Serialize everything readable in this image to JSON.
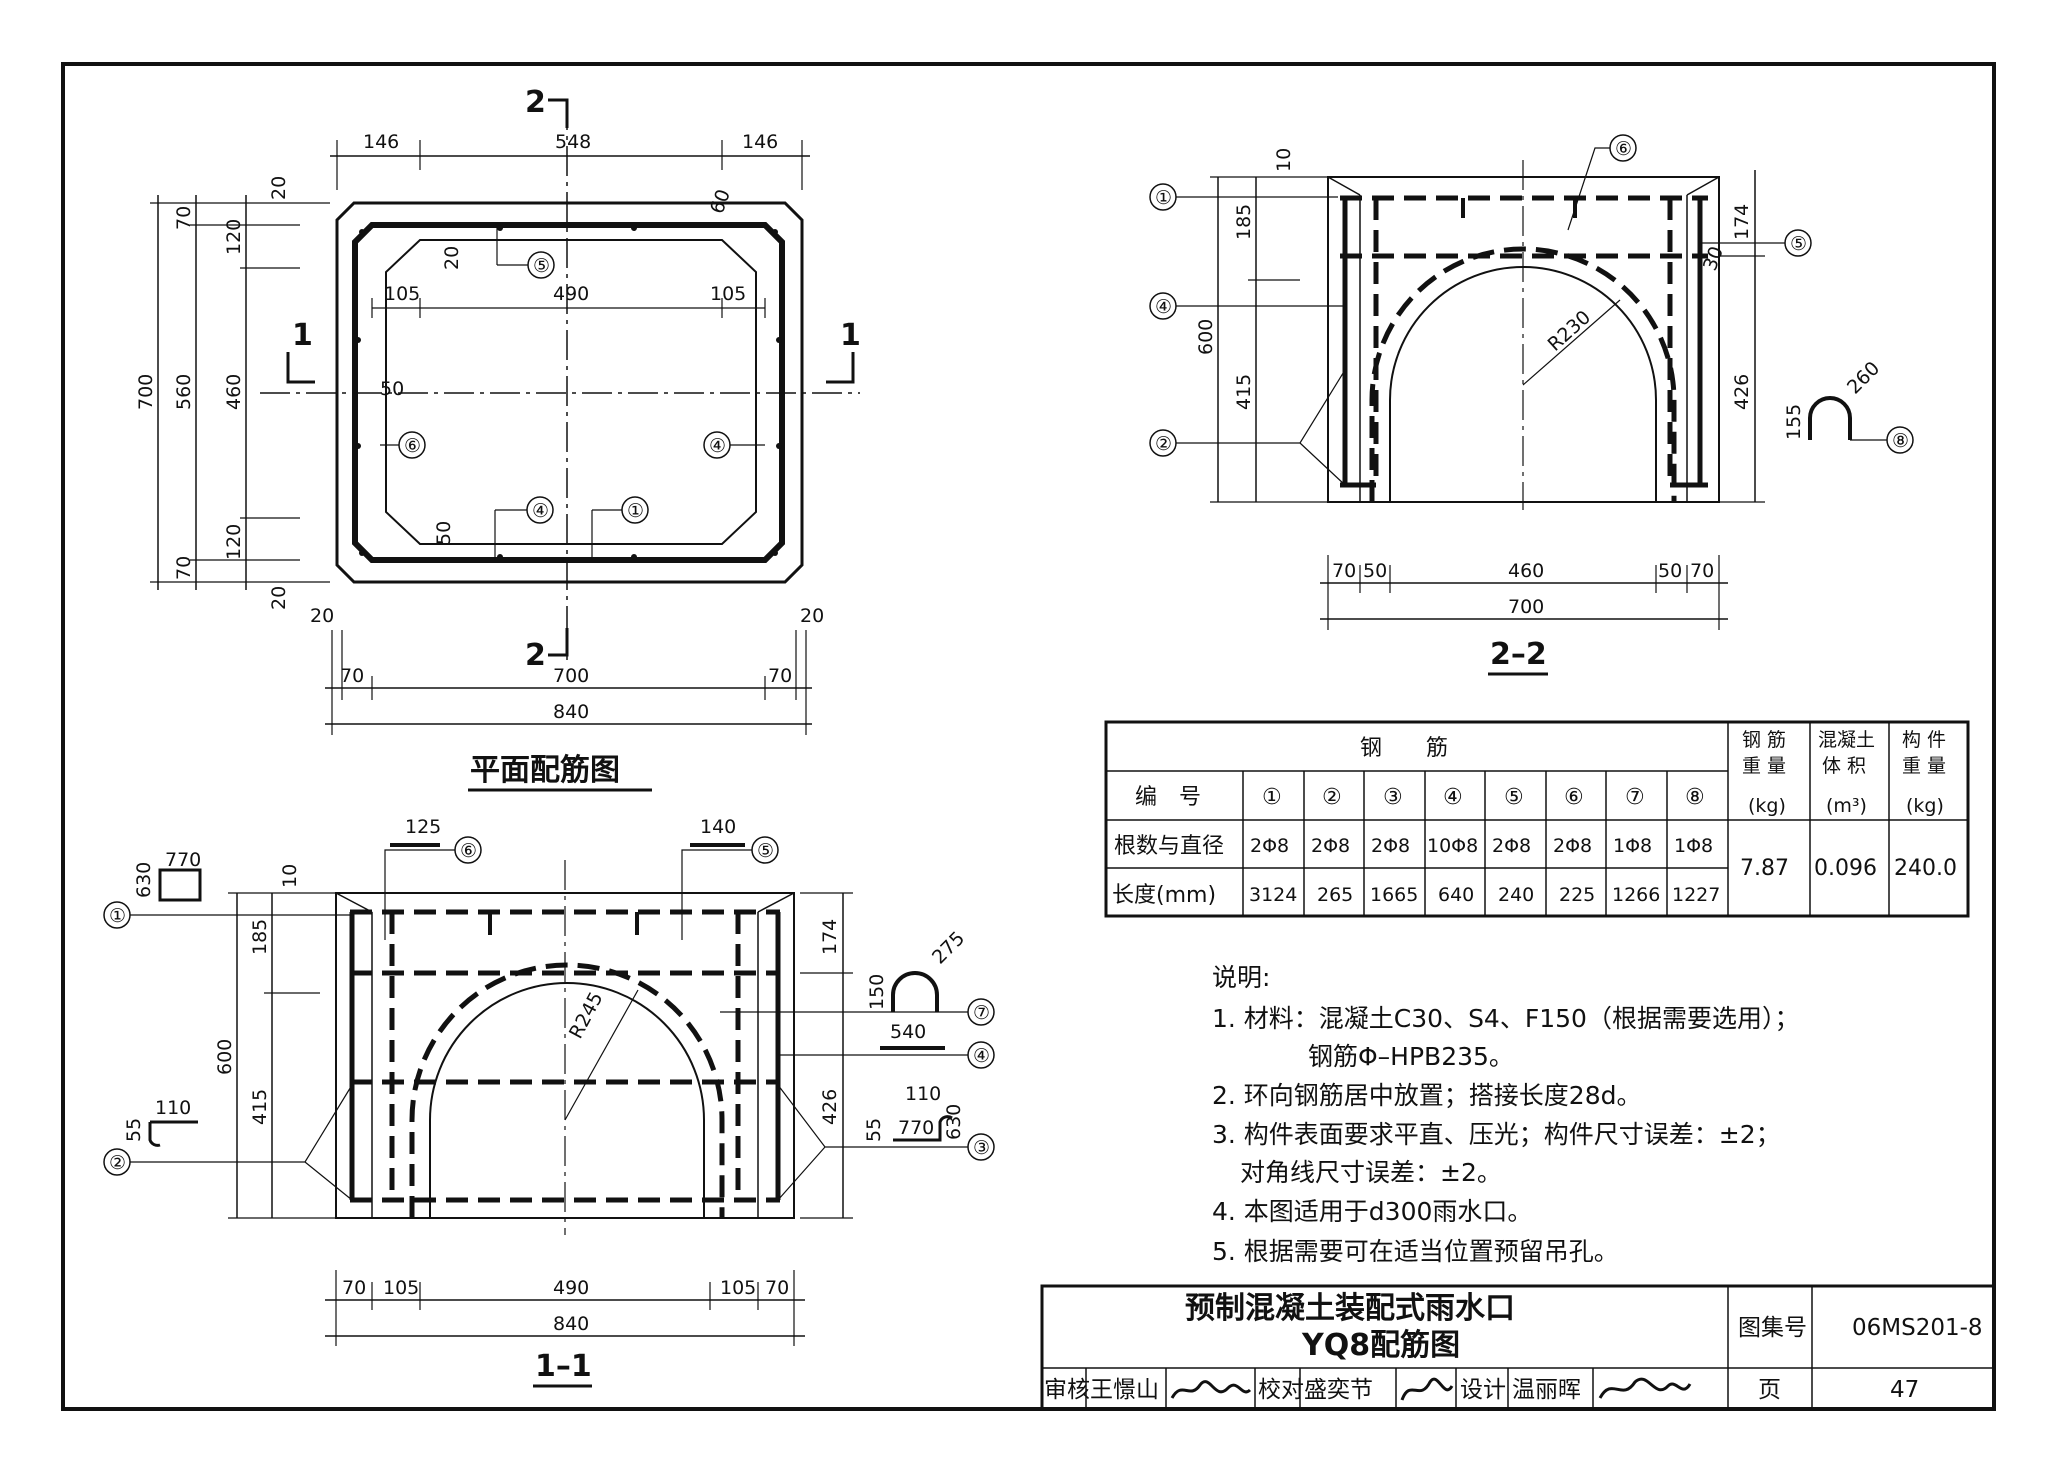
{
  "plan": {
    "title": "平面配筋图",
    "section_mark_1": "1",
    "section_mark_2": "2",
    "dims_top": [
      "146",
      "548",
      "146"
    ],
    "dims_inner_top": [
      "105",
      "490",
      "105"
    ],
    "dims_bottom": [
      "70",
      "700",
      "70",
      "840"
    ],
    "dims_bottom_edge": [
      "20",
      "20"
    ],
    "dims_left": [
      "700",
      "560",
      "460",
      "70",
      "120",
      "120",
      "70"
    ],
    "dims_small": [
      "20",
      "20",
      "20",
      "60",
      "50",
      "50"
    ],
    "bars": [
      "①",
      "④",
      "⑤",
      "⑥",
      "④"
    ]
  },
  "section22": {
    "title": "2–2",
    "dims_left": [
      "185",
      "600",
      "415",
      "10"
    ],
    "dims_right": [
      "174",
      "426",
      "30"
    ],
    "dims_bottom": [
      "70",
      "50",
      "460",
      "50",
      "70",
      "700"
    ],
    "radius": "R230",
    "bar8": {
      "h": "155",
      "r": "260"
    },
    "bars": [
      "①",
      "④",
      "②",
      "⑥",
      "⑤",
      "⑧"
    ]
  },
  "section11": {
    "title": "1–1",
    "dims_left": [
      "185",
      "600",
      "415",
      "10"
    ],
    "dims_right": [
      "174",
      "426"
    ],
    "dims_bottom": [
      "70",
      "105",
      "490",
      "105",
      "70",
      "840"
    ],
    "radius": "R245",
    "bar6_len": "125",
    "bar5_len": "140",
    "bar1": {
      "w": "770",
      "h": "630"
    },
    "bar2": {
      "w": "110",
      "h": "55"
    },
    "bar7": {
      "h": "150",
      "r": "275"
    },
    "bar4_len": "540",
    "bar3": {
      "w": "770",
      "h": "630",
      "a": "110",
      "b": "55"
    },
    "bars": [
      "①",
      "②",
      "⑥",
      "⑤",
      "⑦",
      "④",
      "③"
    ]
  },
  "table": {
    "group_header": "钢　　筋",
    "row_number_label": "编　号",
    "row_count_label": "根数与直径",
    "row_length_label": "长度(mm)",
    "numbers": [
      "①",
      "②",
      "③",
      "④",
      "⑤",
      "⑥",
      "⑦",
      "⑧"
    ],
    "counts": [
      "2Φ8",
      "2Φ8",
      "2Φ8",
      "10Φ8",
      "2Φ8",
      "2Φ8",
      "1Φ8",
      "1Φ8"
    ],
    "lengths": [
      "3124",
      "265",
      "1665",
      "640",
      "240",
      "225",
      "1266",
      "1227"
    ],
    "steel_weight_header": [
      "钢 筋",
      "重 量",
      "(kg)"
    ],
    "concrete_volume_header": [
      "混凝土",
      "体 积",
      "(m³)"
    ],
    "member_weight_header": [
      "构 件",
      "重 量",
      "(kg)"
    ],
    "steel_weight": "7.87",
    "concrete_volume": "0.096",
    "member_weight": "240.0"
  },
  "notes": {
    "heading": "说明:",
    "lines": [
      "1. 材料：混凝土C30、S4、F150（根据需要选用）；",
      "钢筋Φ–HPB235。",
      "2. 环向钢筋居中放置；搭接长度28d。",
      "3. 构件表面要求平直、压光；构件尺寸误差：±2；",
      "对角线尺寸误差：±2。",
      "4. 本图适用于d300雨水口。",
      "5. 根据需要可在适当位置预留吊孔。"
    ]
  },
  "title_block": {
    "title_line1": "预制混凝土装配式雨水口",
    "title_line2": "YQ8配筋图",
    "atlas_label": "图集号",
    "atlas_no": "06MS201-8",
    "review_label": "审核",
    "reviewer": "王憬山",
    "check_label": "校对",
    "checker": "盛奕节",
    "design_label": "设计",
    "designer": "温丽晖",
    "page_label": "页",
    "page_no": "47"
  }
}
